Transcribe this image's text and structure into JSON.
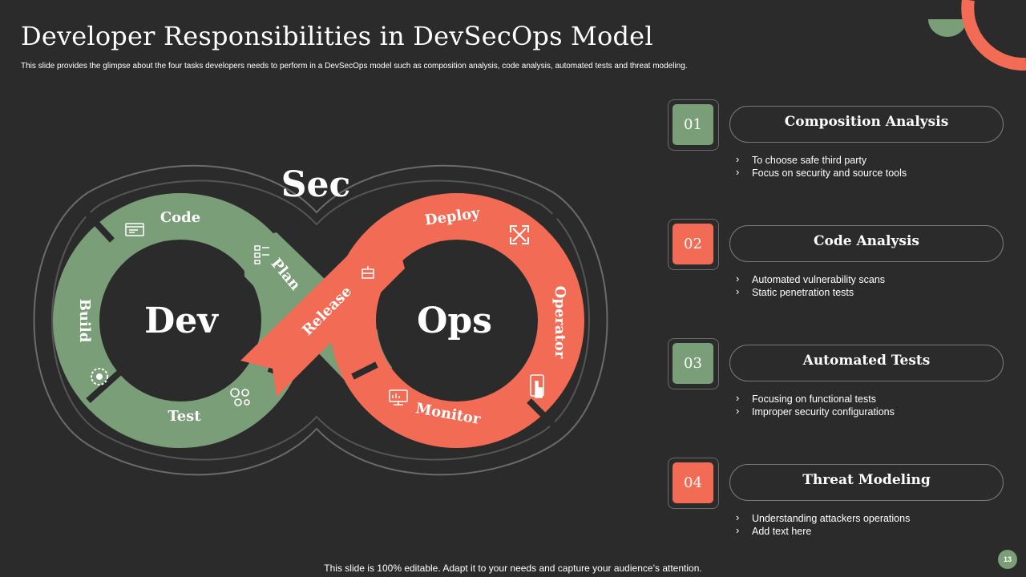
{
  "slide": {
    "title": "Developer Responsibilities in DevSecOps Model",
    "subtitle": "This slide provides the glimpse about the four tasks developers needs to perform in a DevSecOps model such as composition analysis, code analysis, automated tests and threat modeling.",
    "footer": "This slide is 100% editable. Adapt it to your needs and capture your audience’s attention.",
    "page_number": "13"
  },
  "colors": {
    "background": "#2b2b2b",
    "green": "#7a9e77",
    "coral": "#f26b55",
    "dark_circle": "#2b2b2b",
    "ring_outline": "#6b6b6b"
  },
  "diagram": {
    "center_left": "Dev",
    "center_top": "Sec",
    "center_right": "Ops",
    "stages": {
      "code": "Code",
      "build": "Build",
      "test": "Test",
      "plan": "Plan",
      "release": "Release",
      "deploy": "Deploy",
      "operator": "Operator",
      "monitor": "Monitor"
    },
    "icons": {
      "code": "code-window-icon",
      "build": "gear-icon",
      "test": "gears-icon",
      "plan": "checklist-icon",
      "release": "package-icon",
      "deploy": "arrows-out-icon",
      "operator": "mobile-touch-icon",
      "monitor": "monitor-chart-icon"
    }
  },
  "tasks": [
    {
      "number": "01",
      "title": "Composition Analysis",
      "color": "#7a9e77",
      "bullets": [
        "To choose safe third party",
        "Focus on security and source tools"
      ]
    },
    {
      "number": "02",
      "title": "Code Analysis",
      "color": "#f26b55",
      "bullets": [
        "Automated vulnerability scans",
        "Static penetration tests"
      ]
    },
    {
      "number": "03",
      "title": "Automated Tests",
      "color": "#7a9e77",
      "bullets": [
        "Focusing on functional tests",
        "Improper  security configurations"
      ]
    },
    {
      "number": "04",
      "title": "Threat Modeling",
      "color": "#f26b55",
      "bullets": [
        "Understanding  attackers operations",
        "Add text here"
      ]
    }
  ]
}
